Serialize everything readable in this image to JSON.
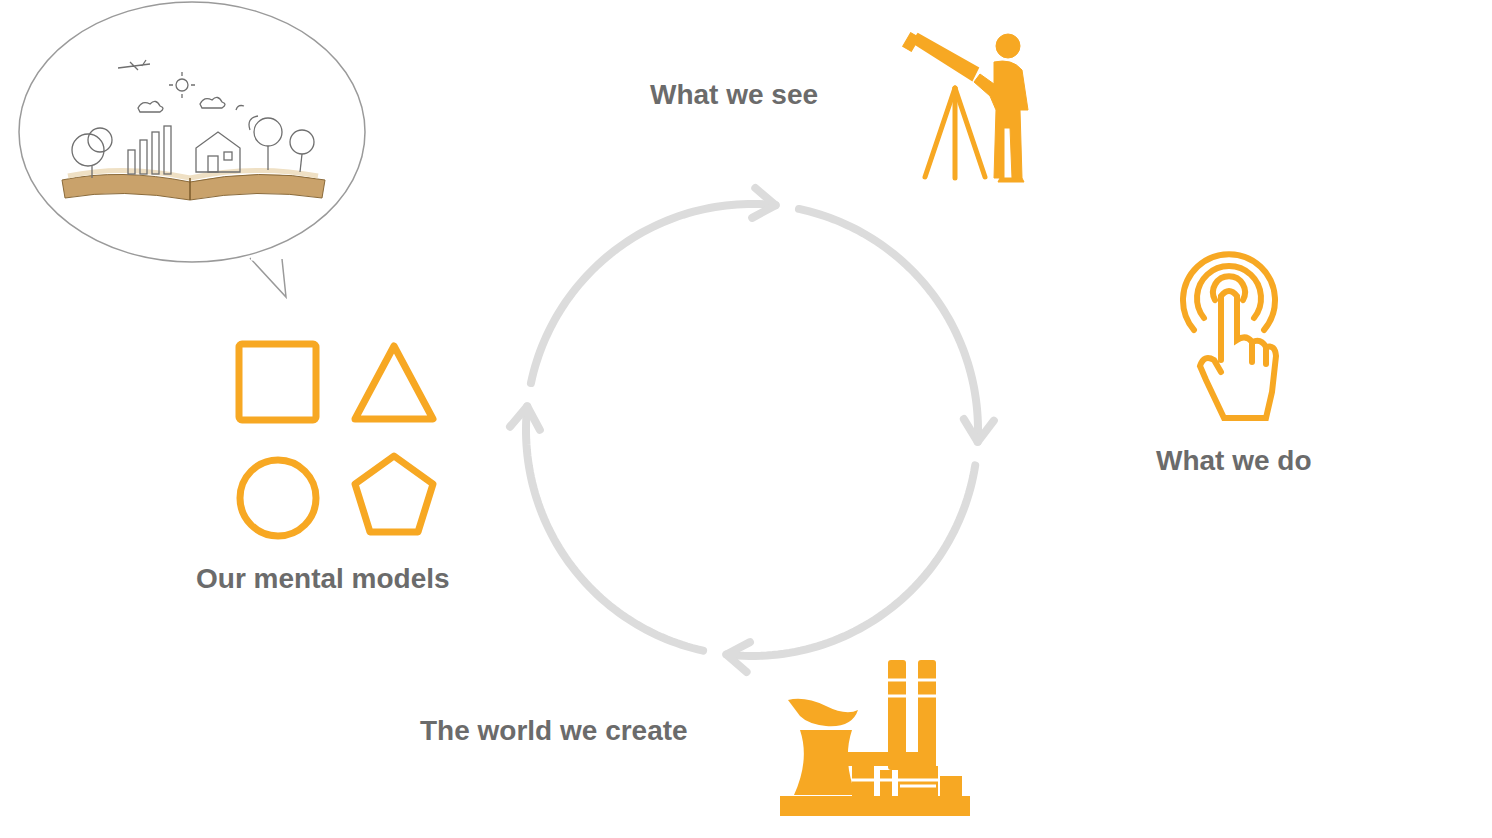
{
  "diagram": {
    "nodes": [
      {
        "text": [
          "What we see"
        ]
      },
      {
        "text": [
          "What we do"
        ]
      },
      {
        "text": [
          "The world we create"
        ]
      },
      {
        "text": [
          "Our mental models"
        ]
      }
    ],
    "edges": [
      {
        "from": 0,
        "to": 1,
        "arrow": "to"
      },
      {
        "from": 1,
        "to": 2,
        "arrow": "to"
      },
      {
        "from": 2,
        "to": 3,
        "arrow": "to"
      },
      {
        "from": 3,
        "to": 0,
        "arrow": "to"
      }
    ]
  }
}
